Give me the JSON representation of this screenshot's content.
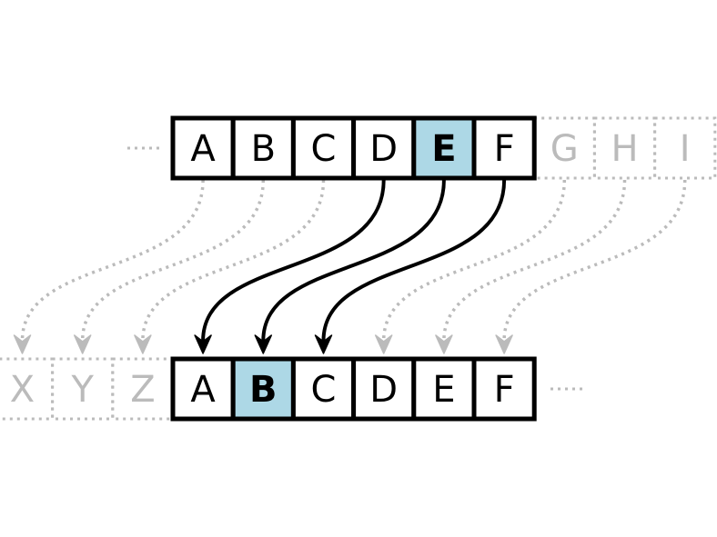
{
  "title": "Caesar cipher shift diagram",
  "shift": 3,
  "plain_row": {
    "hidden_before": "…",
    "letters": [
      "A",
      "B",
      "C",
      "D",
      "E",
      "F"
    ],
    "extra_letters": [
      "G",
      "H",
      "I"
    ],
    "highlighted": "E"
  },
  "cipher_row": {
    "extra_letters": [
      "X",
      "Y",
      "Z"
    ],
    "letters": [
      "A",
      "B",
      "C",
      "D",
      "E",
      "F"
    ],
    "hidden_after": "…",
    "highlighted": "B"
  },
  "colors": {
    "highlight": "#add8e6",
    "faded": "#bbbbbb",
    "ink": "#000000"
  }
}
